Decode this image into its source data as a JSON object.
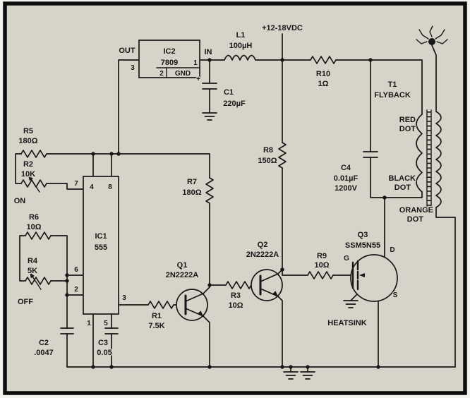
{
  "colors": {
    "paper": "#d6d3c9",
    "ink": "#171717"
  },
  "power": {
    "supply_label": "+12-18VDC"
  },
  "regulator": {
    "ref": "IC2",
    "part": "7809",
    "pin_out_name": "OUT",
    "pin_out_num": "3",
    "pin_in_name": "IN",
    "pin_in_num": "1",
    "pin_gnd_num": "2",
    "pin_gnd_name": "GND"
  },
  "timer": {
    "ref": "IC1",
    "part": "555",
    "pins": {
      "p4": "4",
      "p8": "8",
      "p7": "7",
      "p6": "6",
      "p2": "2",
      "p3": "3",
      "p1": "1",
      "p5": "5"
    }
  },
  "inductors": {
    "l1": {
      "ref": "L1",
      "value": "100µH"
    }
  },
  "capacitors": {
    "c1": {
      "ref": "C1",
      "value": "220µF",
      "polarity": "+"
    },
    "c2": {
      "ref": "C2",
      "value": ".0047"
    },
    "c3": {
      "ref": "C3",
      "value": "0.05"
    },
    "c4": {
      "ref": "C4",
      "value": "0.01µF",
      "rating": "1200V"
    }
  },
  "resistors": {
    "r1": {
      "ref": "R1",
      "value": "7.5K"
    },
    "r2": {
      "ref": "R2",
      "value": "10K"
    },
    "r3": {
      "ref": "R3",
      "value": "10Ω"
    },
    "r4": {
      "ref": "R4",
      "value": "5K"
    },
    "r5": {
      "ref": "R5",
      "value": "180Ω"
    },
    "r6": {
      "ref": "R6",
      "value": "10Ω"
    },
    "r7": {
      "ref": "R7",
      "value": "180Ω"
    },
    "r8": {
      "ref": "R8",
      "value": "150Ω"
    },
    "r9": {
      "ref": "R9",
      "value": "10Ω"
    },
    "r10": {
      "ref": "R10",
      "value": "1Ω"
    }
  },
  "transistors": {
    "q1": {
      "ref": "Q1",
      "part": "2N2222A"
    },
    "q2": {
      "ref": "Q2",
      "part": "2N2222A"
    },
    "q3": {
      "ref": "Q3",
      "part": "SSM5N55",
      "gate": "G",
      "drain": "D",
      "source": "S",
      "mount_note": "HEATSINK"
    }
  },
  "transformer": {
    "ref": "T1",
    "kind": "FLYBACK",
    "red": "RED",
    "black": "BLACK",
    "orange": "ORANGE",
    "dot": "DOT"
  },
  "controls": {
    "on_label": "ON",
    "off_label": "OFF"
  }
}
